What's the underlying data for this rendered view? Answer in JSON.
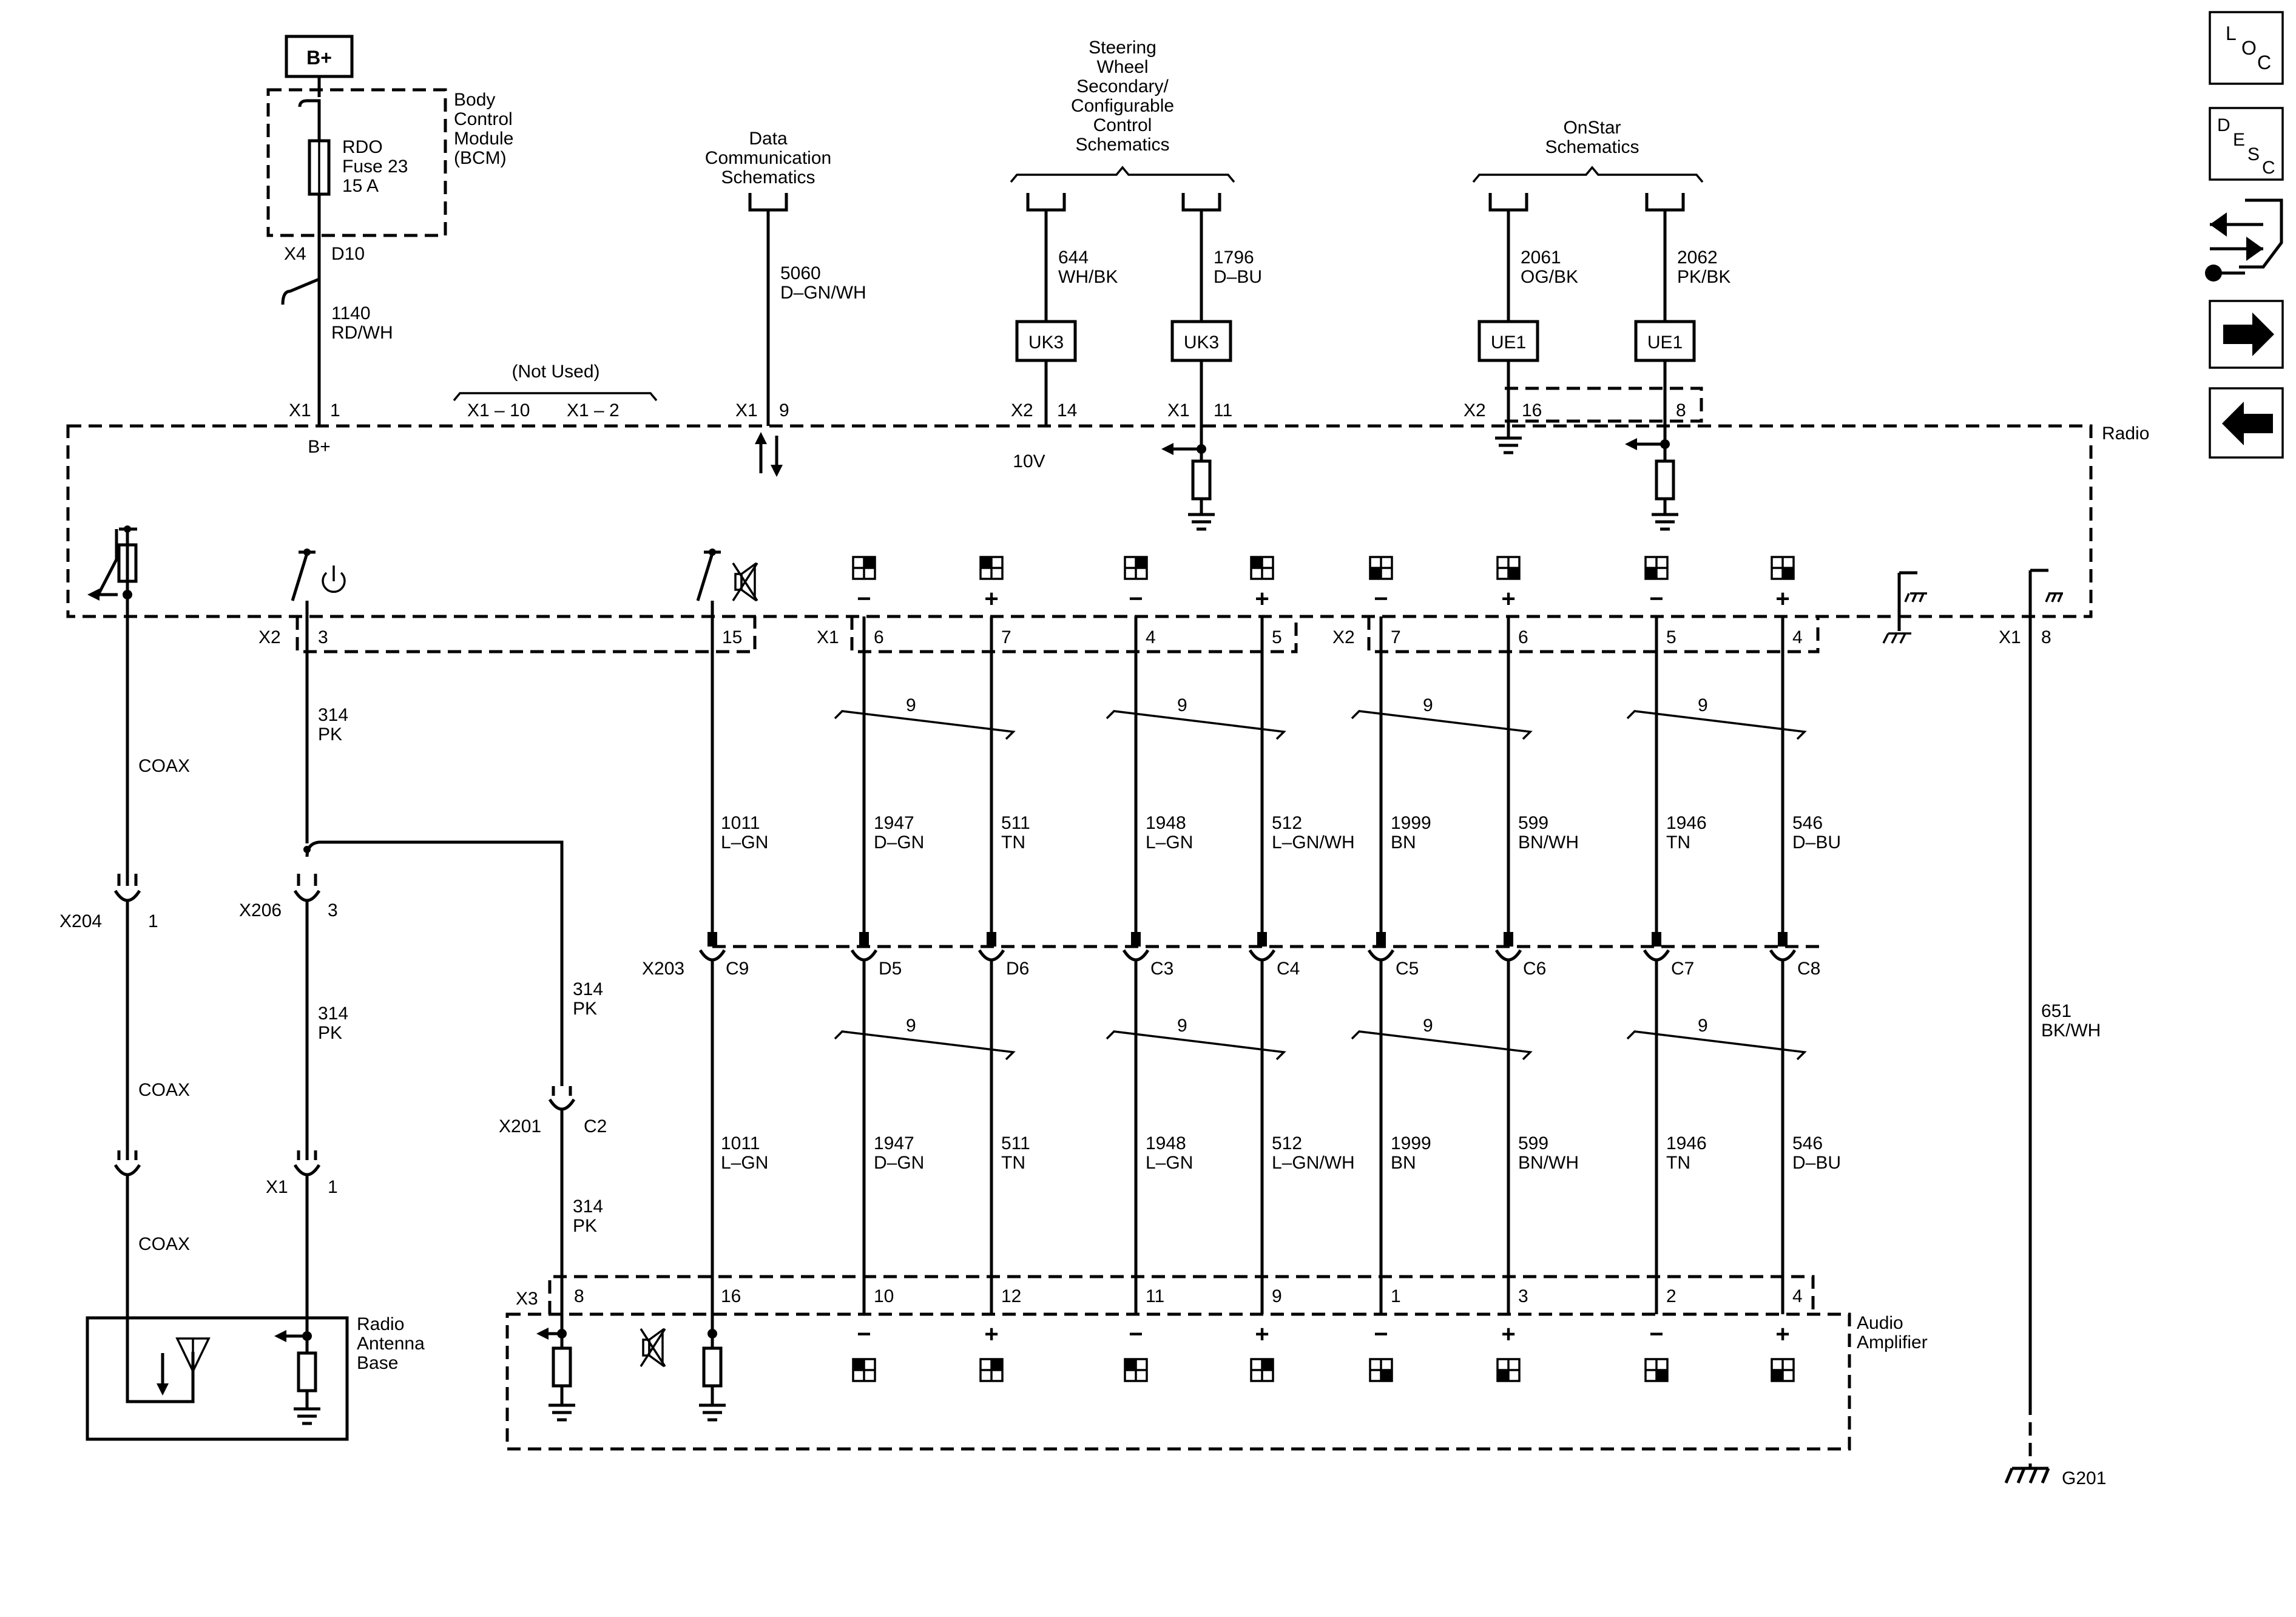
{
  "nav": {
    "loc": {
      "l1": "L",
      "l2": "O",
      "l3": "C"
    },
    "desc": {
      "l1": "D",
      "l2": "E",
      "l3": "S",
      "l4": "C"
    }
  },
  "power": {
    "battery_label": "B+"
  },
  "bcm": {
    "title": [
      "Body",
      "Control",
      "Module",
      "(BCM)"
    ],
    "fuse": [
      "RDO",
      "Fuse 23",
      "15 A"
    ],
    "conn": "X4",
    "pin": "D10"
  },
  "headers": {
    "data_comm": [
      "Data",
      "Communication",
      "Schematics"
    ],
    "steering": [
      "Steering",
      "Wheel",
      "Secondary/",
      "Configurable",
      "Control",
      "Schematics"
    ],
    "onstar": [
      "OnStar",
      "Schematics"
    ],
    "not_used": "(Not Used)"
  },
  "radio": {
    "label": "Radio",
    "bplus": "B+",
    "v10": "10V",
    "top_pins": [
      {
        "conn": "X1",
        "pin": "1"
      },
      {
        "conn": "X1 – 10",
        "pin": ""
      },
      {
        "conn": "X1 – 2",
        "pin": ""
      },
      {
        "conn": "X1",
        "pin": "9"
      },
      {
        "conn": "X2",
        "pin": "14"
      },
      {
        "conn": "X1",
        "pin": "11"
      },
      {
        "conn": "X2",
        "pin": "16"
      },
      {
        "conn": "",
        "pin": "8"
      }
    ],
    "bottom_pins": {
      "x2_conn": "X2",
      "x2_pin3": "3",
      "x2_pin15": "15",
      "x1_conn": "X1",
      "x1_pins": [
        "6",
        "7",
        "4",
        "5"
      ],
      "x2b_conn": "X2",
      "x2b_pins": [
        "7",
        "6",
        "5",
        "4"
      ],
      "x1g_conn": "X1",
      "x1g_pin": "8"
    }
  },
  "top_wires": [
    {
      "circuit": "1140",
      "color": "RD/WH"
    },
    {
      "circuit": "5060",
      "color": "D–GN/WH"
    },
    {
      "circuit": "644",
      "color": "WH/BK"
    },
    {
      "circuit": "1796",
      "color": "D–BU"
    },
    {
      "circuit": "2061",
      "color": "OG/BK"
    },
    {
      "circuit": "2062",
      "color": "PK/BK"
    }
  ],
  "module_tags": [
    "UK3",
    "UK3",
    "UE1",
    "UE1"
  ],
  "coax": {
    "label": "COAX"
  },
  "connectors": {
    "x204": {
      "name": "X204",
      "pin": "1"
    },
    "x206": {
      "name": "X206",
      "pin": "3"
    },
    "x203": {
      "name": "X203",
      "pins": [
        "C9",
        "D5",
        "D6",
        "C3",
        "C4",
        "C5",
        "C6",
        "C7",
        "C8"
      ]
    },
    "x201": {
      "name": "X201",
      "pin": "C2"
    },
    "x1ant": {
      "name": "X1",
      "pin": "1"
    }
  },
  "wire314": {
    "circuit": "314",
    "color": "PK"
  },
  "wire1011": {
    "circuit": "1011",
    "color": "L–GN"
  },
  "speaker_wires": [
    {
      "circuit": "1947",
      "color": "D–GN"
    },
    {
      "circuit": "511",
      "color": "TN"
    },
    {
      "circuit": "1948",
      "color": "L–GN"
    },
    {
      "circuit": "512",
      "color": "L–GN/WH"
    },
    {
      "circuit": "1999",
      "color": "BN"
    },
    {
      "circuit": "599",
      "color": "BN/WH"
    },
    {
      "circuit": "1946",
      "color": "TN"
    },
    {
      "circuit": "546",
      "color": "D–BU"
    }
  ],
  "twist": {
    "label": "9"
  },
  "polarity": [
    "−",
    "+",
    "−",
    "+",
    "−",
    "+",
    "−",
    "+"
  ],
  "amp": {
    "title": [
      "Audio",
      "Amplifier"
    ],
    "conn": "X3",
    "pins": [
      "8",
      "16",
      "10",
      "12",
      "11",
      "9",
      "1",
      "3",
      "2",
      "4"
    ]
  },
  "antenna": {
    "title": [
      "Radio",
      "Antenna",
      "Base"
    ]
  },
  "ground": {
    "circuit": "651",
    "color": "BK/WH",
    "name": "G201"
  }
}
